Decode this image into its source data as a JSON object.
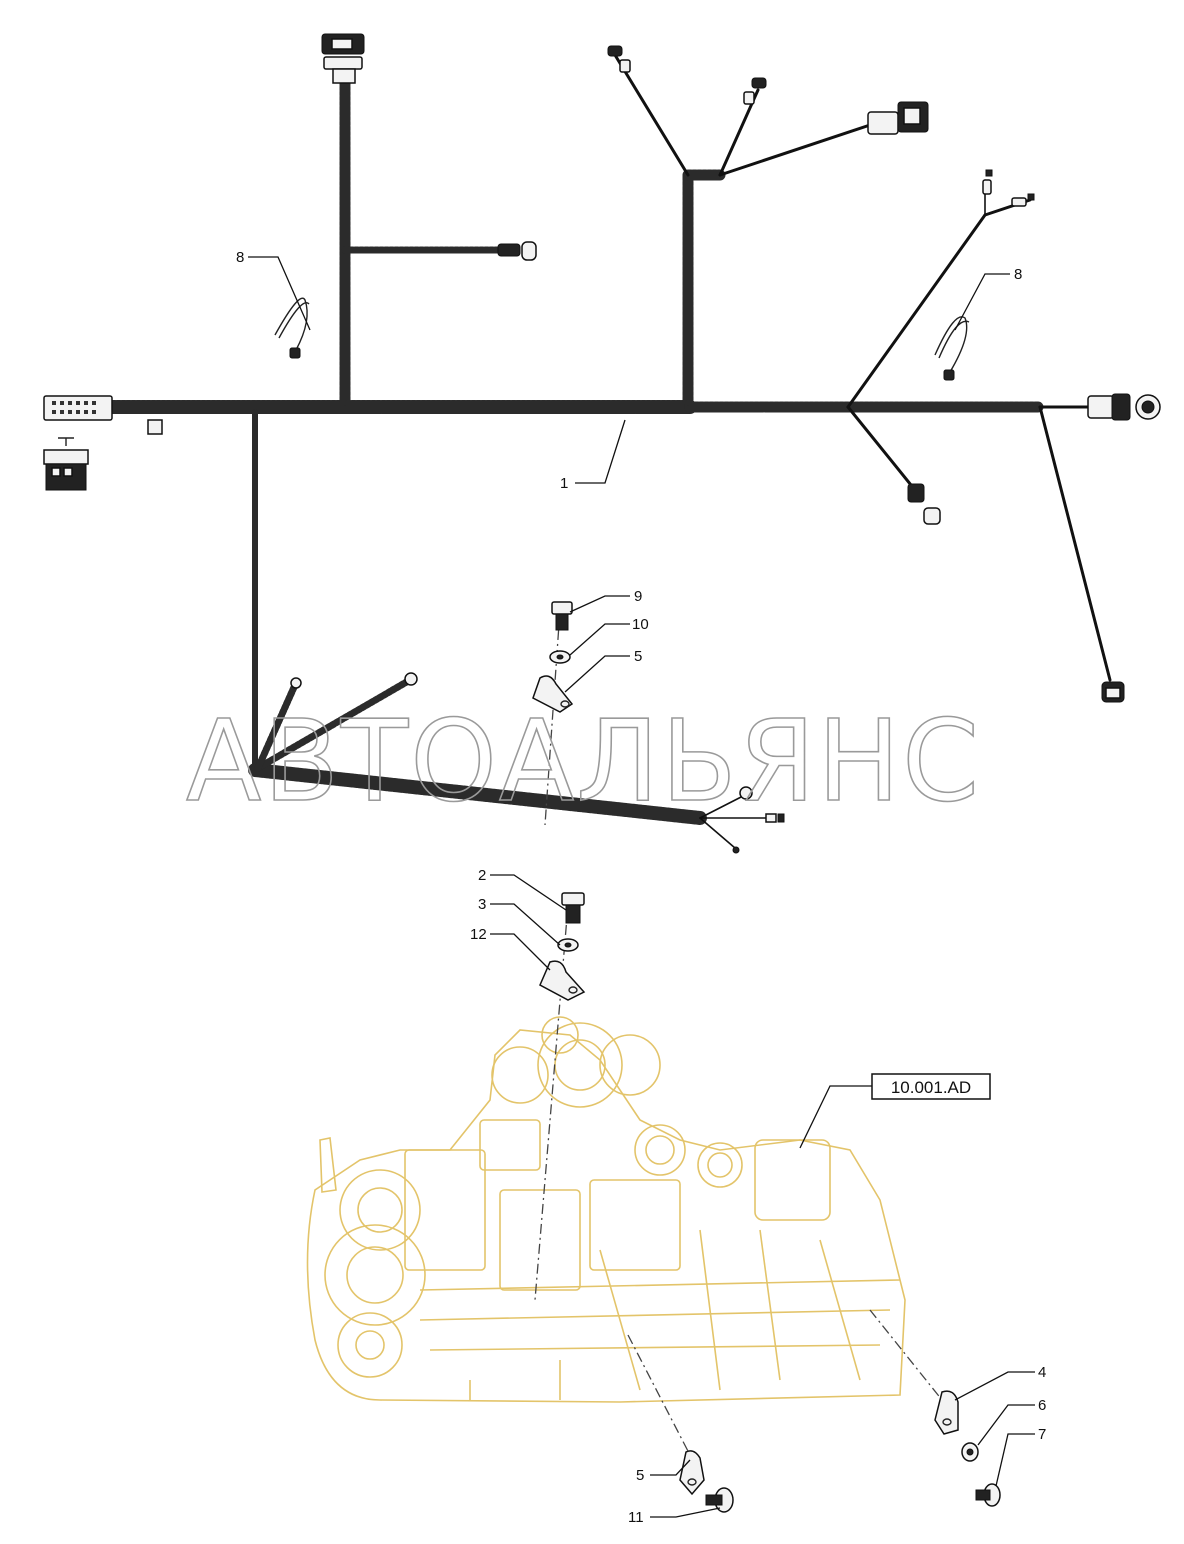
{
  "watermark": "АВТОАЛЬЯНС",
  "reference_box": {
    "label": "10.001.AD"
  },
  "callouts": {
    "harness_main": "1",
    "bolt_upper": "2",
    "washer_upper": "3",
    "clamp_right": "4",
    "clamp_mid": "5",
    "clamp_bottom": "5",
    "washer_right": "6",
    "bolt_right": "7",
    "tie_left": "8",
    "tie_right": "8",
    "bolt_mid": "9",
    "washer_mid": "10",
    "bolt_bottom": "11",
    "clamp_upper": "12"
  },
  "colors": {
    "engine_outline": "#e3c46a",
    "harness": "#2b2b2b",
    "watermark_stroke": "#9a9a9a"
  }
}
